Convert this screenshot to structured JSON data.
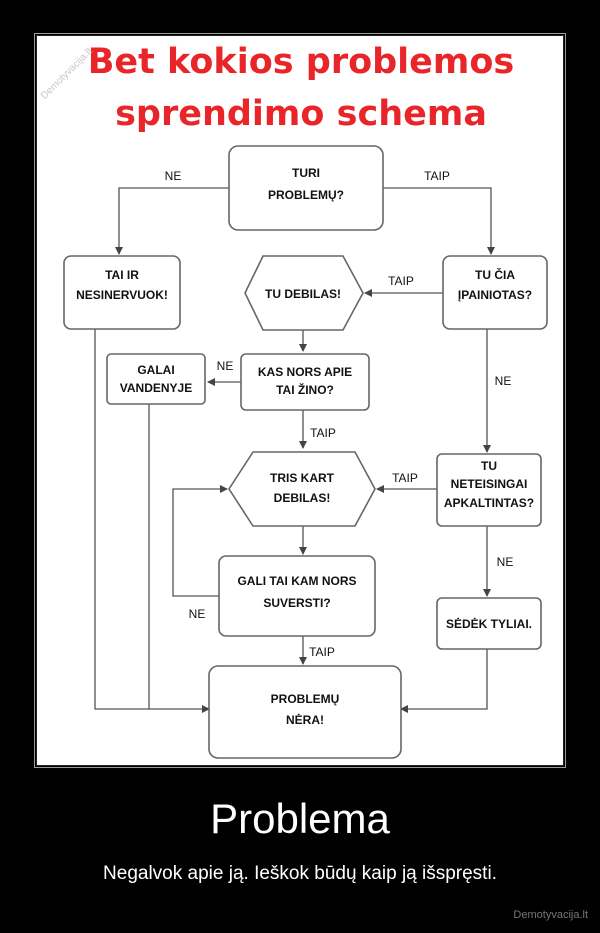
{
  "poster": {
    "title_line1": "Bet kokios problemos",
    "title_line2": "sprendimo schema",
    "watermark": "Demotyvacija.lt",
    "caption_title": "Problema",
    "caption_subtitle": "Negalvok apie ją. Ieškok būdų kaip ją išspręsti.",
    "site": "Demotyvacija.lt"
  },
  "nodes": {
    "start": [
      "TURI",
      "PROBLEMŲ?"
    ],
    "relax": [
      "TAI IR",
      "NESINERVUOK!"
    ],
    "involved": [
      "TU ČIA",
      "ĮPAINIOTAS?"
    ],
    "idiot": [
      "TU DEBILAS!"
    ],
    "anyone_knows": [
      "KAS NORS APIE",
      "TAI ŽINO?"
    ],
    "canal": [
      "GALAI",
      "VANDENYJE"
    ],
    "triple_idiot": [
      "TRIS KART",
      "DEBILAS!"
    ],
    "blamed": [
      "TU",
      "NETEISINGAI",
      "APKALTINTAS?"
    ],
    "blame_others": [
      "GALI TAI KAM NORS",
      "SUVERSTI?"
    ],
    "sit_quiet": [
      "SĖDĖK TYLIAI."
    ],
    "no_problem": [
      "PROBLEMŲ",
      "NĖRA!"
    ]
  },
  "edges": {
    "start_no": "NE",
    "start_yes": "TAIP",
    "involved_yes": "TAIP",
    "involved_no": "NE",
    "knows_no": "NE",
    "knows_yes": "TAIP",
    "blamed_yes": "TAIP",
    "blamed_no": "NE",
    "blame_no": "NE",
    "blame_yes": "TAIP"
  },
  "colors": {
    "title": "#e8262a",
    "box_stroke": "#666666"
  }
}
